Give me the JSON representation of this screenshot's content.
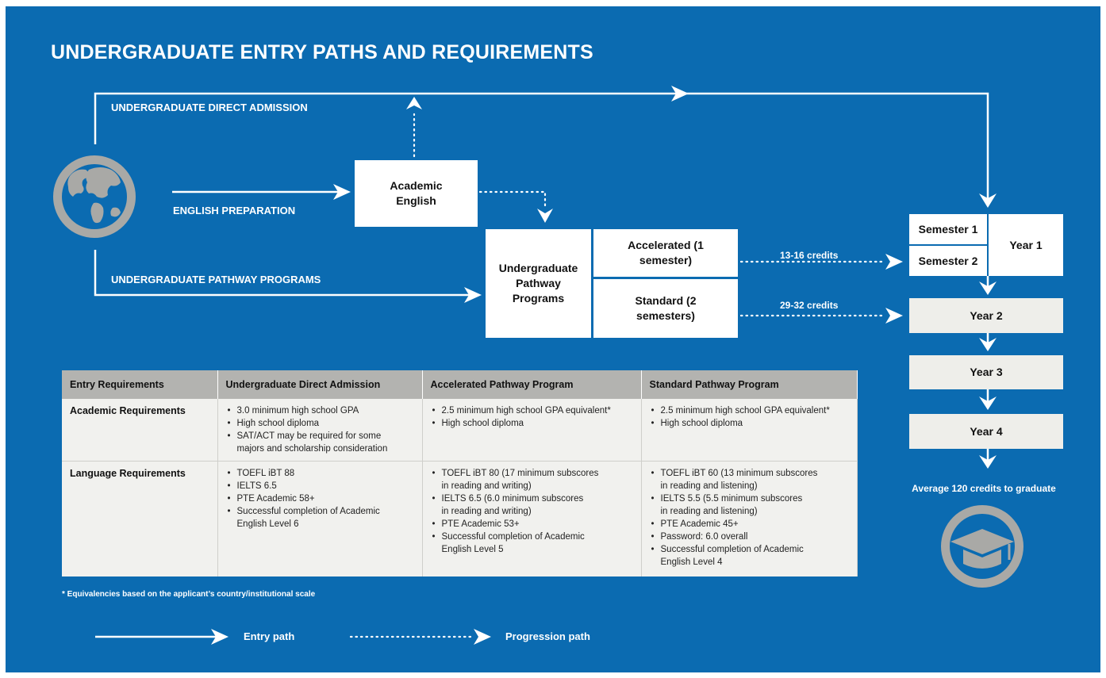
{
  "title": "UNDERGRADUATE ENTRY PATHS AND REQUIREMENTS",
  "paths": {
    "direct": "UNDERGRADUATE DIRECT ADMISSION",
    "english": "ENGLISH PREPARATION",
    "pathway": "UNDERGRADUATE PATHWAY PROGRAMS"
  },
  "boxes": {
    "academic_english": "Academic English",
    "pathway_programs": "Undergraduate Pathway Programs",
    "accelerated": "Accelerated (1 semester)",
    "standard": "Standard (2 semesters)"
  },
  "credits": {
    "accelerated": "13-16 credits",
    "standard": "29-32 credits"
  },
  "years": {
    "semester1": "Semester 1",
    "semester2": "Semester 2",
    "year1": "Year 1",
    "year2": "Year 2",
    "year3": "Year 3",
    "year4": "Year 4",
    "average": "Average 120 credits to graduate"
  },
  "table": {
    "headers": [
      "Entry Requirements",
      "Undergraduate Direct Admission",
      "Accelerated Pathway Program",
      "Standard Pathway Program"
    ],
    "rows": [
      {
        "label": "Academic Requirements",
        "cells": [
          [
            "3.0 minimum high school GPA",
            "High school diploma",
            "SAT/ACT may be required for some\nmajors and scholarship consideration"
          ],
          [
            "2.5 minimum high school GPA equivalent*",
            "High school diploma"
          ],
          [
            "2.5 minimum high school GPA equivalent*",
            "High school diploma"
          ]
        ]
      },
      {
        "label": "Language Requirements",
        "cells": [
          [
            "TOEFL iBT 88",
            "IELTS 6.5",
            "PTE Academic 58+",
            "Successful completion of Academic\nEnglish Level 6"
          ],
          [
            "TOEFL iBT 80 (17 minimum subscores\nin reading and writing)",
            "IELTS 6.5 (6.0 minimum subscores\nin reading and writing)",
            "PTE Academic 53+",
            "Successful completion of Academic\nEnglish Level 5"
          ],
          [
            "TOEFL iBT 60 (13 minimum subscores\nin reading and listening)",
            "IELTS 5.5 (5.5 minimum subscores\nin reading and listening)",
            "PTE Academic 45+",
            "Password: 6.0 overall",
            "Successful completion of Academic\nEnglish Level 4"
          ]
        ]
      }
    ]
  },
  "footnote": "* Equivalencies based on the applicant’s country/institutional scale",
  "legend": {
    "entry": "Entry path",
    "progression": "Progression path"
  },
  "icons": {
    "start": "globe-icon",
    "end": "graduation-cap-icon"
  },
  "colors": {
    "background": "#0b6bb1",
    "icon_gray": "#a9a9a6",
    "box_gray": "#eeeeea",
    "header_gray": "#b3b3b0"
  }
}
